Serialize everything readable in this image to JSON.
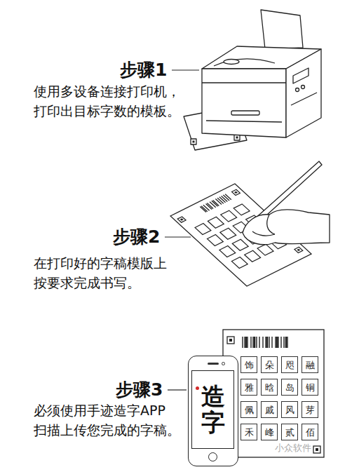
{
  "diagram": {
    "nodes": [
      {
        "text": [
          "造字"
        ]
      },
      {
        "text": [
          "饰"
        ]
      },
      {
        "text": [
          "朵"
        ]
      },
      {
        "text": [
          "咫"
        ]
      },
      {
        "text": [
          "融"
        ]
      },
      {
        "text": [
          "雅"
        ]
      },
      {
        "text": [
          "晗"
        ]
      },
      {
        "text": [
          "岛"
        ]
      },
      {
        "text": [
          "铜"
        ]
      },
      {
        "text": [
          "佩"
        ]
      },
      {
        "text": [
          "戚"
        ]
      },
      {
        "text": [
          "风"
        ]
      },
      {
        "text": [
          "芽"
        ]
      },
      {
        "text": [
          "禾"
        ]
      },
      {
        "text": [
          "峰"
        ]
      },
      {
        "text": [
          "贰"
        ]
      },
      {
        "text": [
          "佰"
        ]
      }
    ],
    "labels": [
      "步骤1",
      "使用多设备连接打印机， 打印出目标字数的模板。",
      "步骤2",
      "在打印好的字稿模版上 按要求完成书写。",
      "步骤3",
      "必须使用手迹造字APP 扫描上传您完成的字稿。",
      "小众软件"
    ]
  }
}
